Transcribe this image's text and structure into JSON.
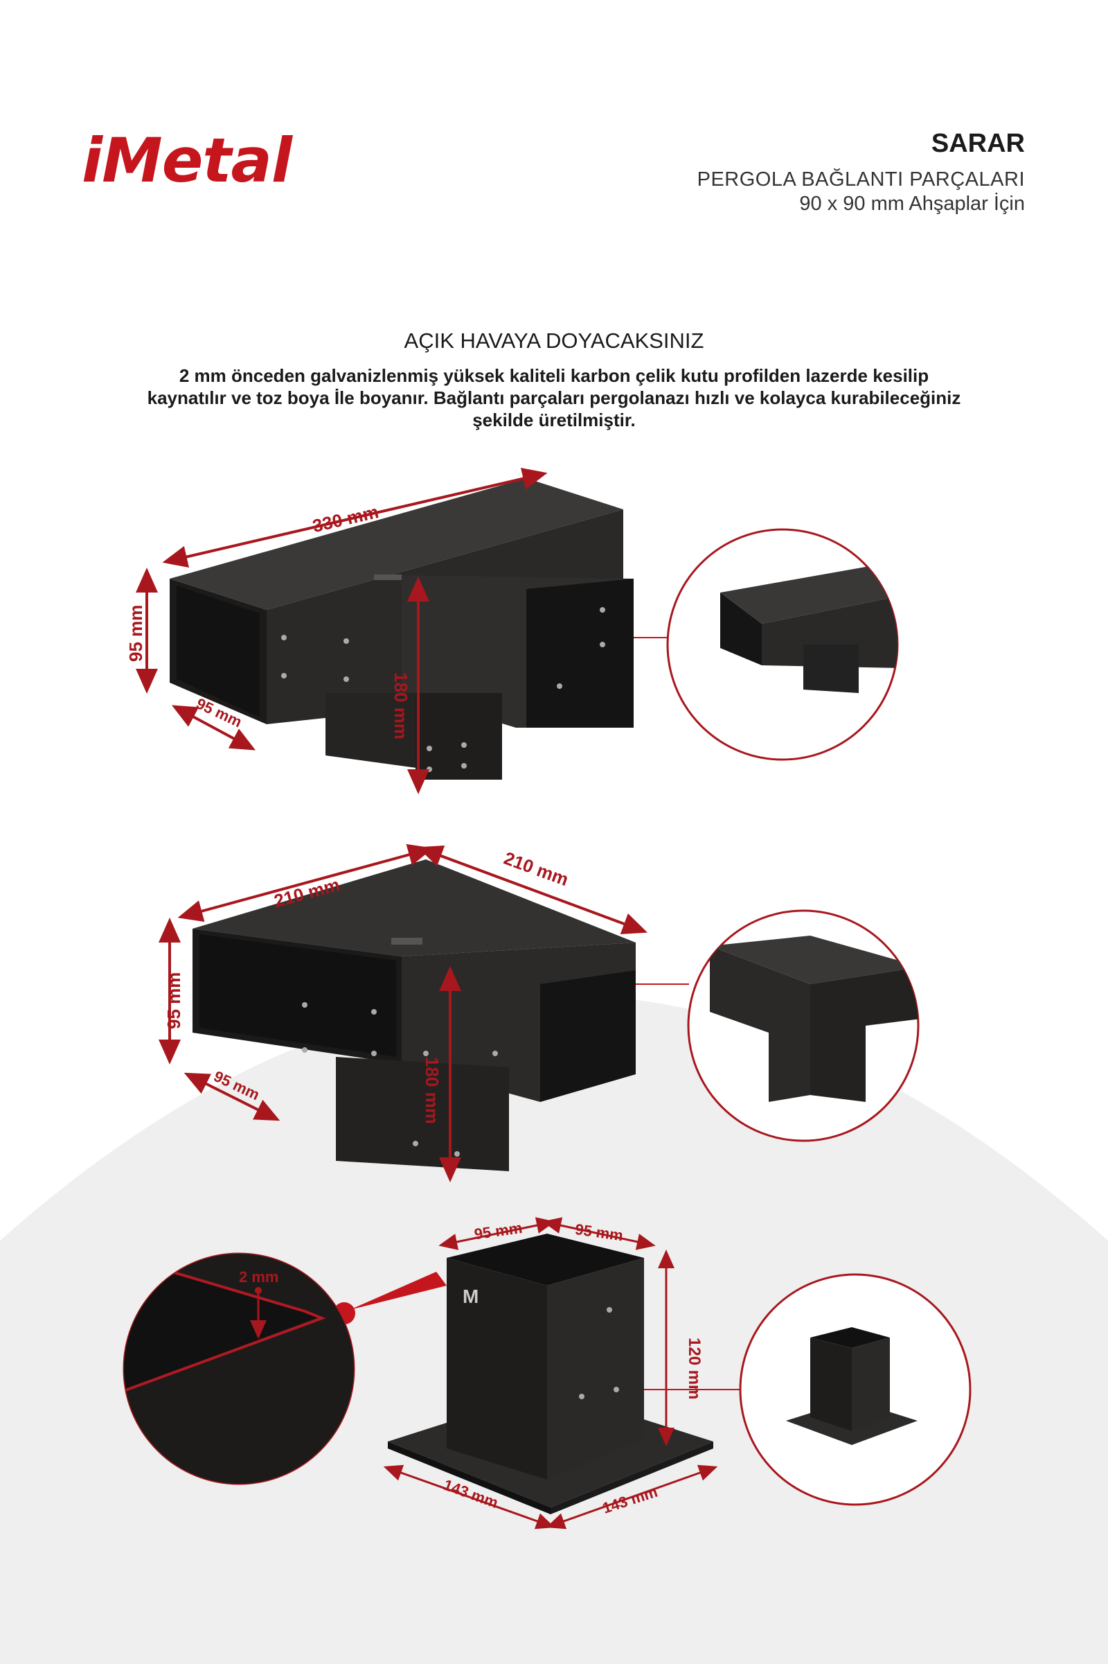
{
  "header": {
    "logo_text": "iMetal",
    "brand": "SARAR",
    "subtitle_line1": "PERGOLA BAĞLANTI PARÇALARI",
    "subtitle_line2": "90 x 90 mm Ahşaplar İçin"
  },
  "intro": {
    "headline": "AÇIK HAVAYA DOYACAKSINIZ",
    "description": "2 mm önceden galvanizlenmiş yüksek kaliteli karbon çelik kutu profilden lazerde kesilip kaynatılır ve toz boya İle boyanır. Bağlantı parçaları pergolanazı hızlı ve kolayca kurabileceğiniz şekilde üretilmiştir."
  },
  "products": {
    "t_connector": {
      "length": "330 mm",
      "height": "95 mm",
      "width": "95 mm",
      "leg": "180 mm"
    },
    "corner_connector": {
      "arm_left": "210 mm",
      "arm_right": "210 mm",
      "height": "95 mm",
      "width": "95 mm",
      "leg": "180 mm"
    },
    "post_base": {
      "top_left": "95 mm",
      "top_right": "95 mm",
      "height": "120 mm",
      "plate_left": "143 mm",
      "plate_right": "143 mm",
      "thickness": "2 mm",
      "stamp": "M"
    }
  },
  "colors": {
    "accent": "#c5161d",
    "dimension": "#a8171d",
    "metal": "#2a2928",
    "background_arc": "#efefef"
  }
}
